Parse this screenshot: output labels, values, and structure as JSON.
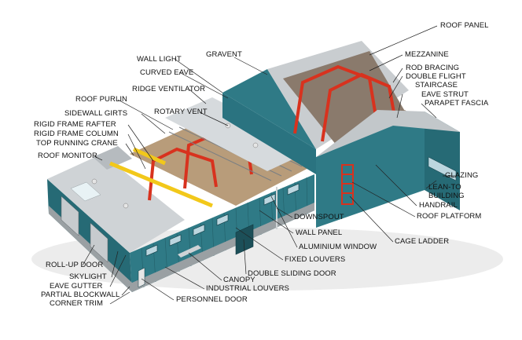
{
  "colors": {
    "wall": "#2f7a86",
    "wall_dark": "#1f5c66",
    "roof": "#cfd3d6",
    "roof_dark": "#a9aeb2",
    "frame_red": "#d8321e",
    "crane_yellow": "#f2c81a",
    "stair_blue": "#2e4fa8",
    "floor": "#b89c7a"
  },
  "labels": {
    "roof_panel": "ROOF PANEL",
    "gravent": "GRAVENT",
    "mezzanine": "MEZZANINE",
    "wall_light": "WALL LIGHT",
    "curved_eave": "CURVED EAVE",
    "rod_bracing": "ROD BRACING",
    "double_flight": "DOUBLE FLIGHT",
    "staircase": "STAIRCASE",
    "ridge_ventilator": "RIDGE VENTILATOR",
    "eave_strut": "EAVE STRUT",
    "parapet_fascia": "PARAPET FASCIA",
    "roof_purlin": "ROOF PURLIN",
    "rotary_vent": "ROTARY VENT",
    "sidewall_girts": "SIDEWALL GIRTS",
    "rigid_frame_rafter": "RIGID FRAME RAFTER",
    "rigid_frame_column": "RIGID FRAME COLUMN",
    "top_running_crane": "TOP RUNNING CRANE",
    "roof_monitor": "ROOF MONITOR",
    "glazing": "GLAZING",
    "lean_to": "LEAN-TO",
    "building": "BUILDING",
    "handrail": "HANDRAIL",
    "roof_platform": "ROOF PLATFORM",
    "downspout": "DOWNSPOUT",
    "wall_panel": "WALL PANEL",
    "aluminium_window": "ALUMINIUM WINDOW",
    "fixed_louvers": "FIXED LOUVERS",
    "cage_ladder": "CAGE LADDER",
    "double_sliding_door": "DOUBLE SLIDING DOOR",
    "roll_up_door": "ROLL-UP DOOR",
    "skylight": "SKYLIGHT",
    "canopy": "CANOPY",
    "eave_gutter": "EAVE GUTTER",
    "industrial_louvers": "INDUSTRIAL LOUVERS",
    "partial_blockwall": "PARTIAL BLOCKWALL",
    "corner_trim": "CORNER TRIM",
    "personnel_door": "PERSONNEL DOOR"
  }
}
